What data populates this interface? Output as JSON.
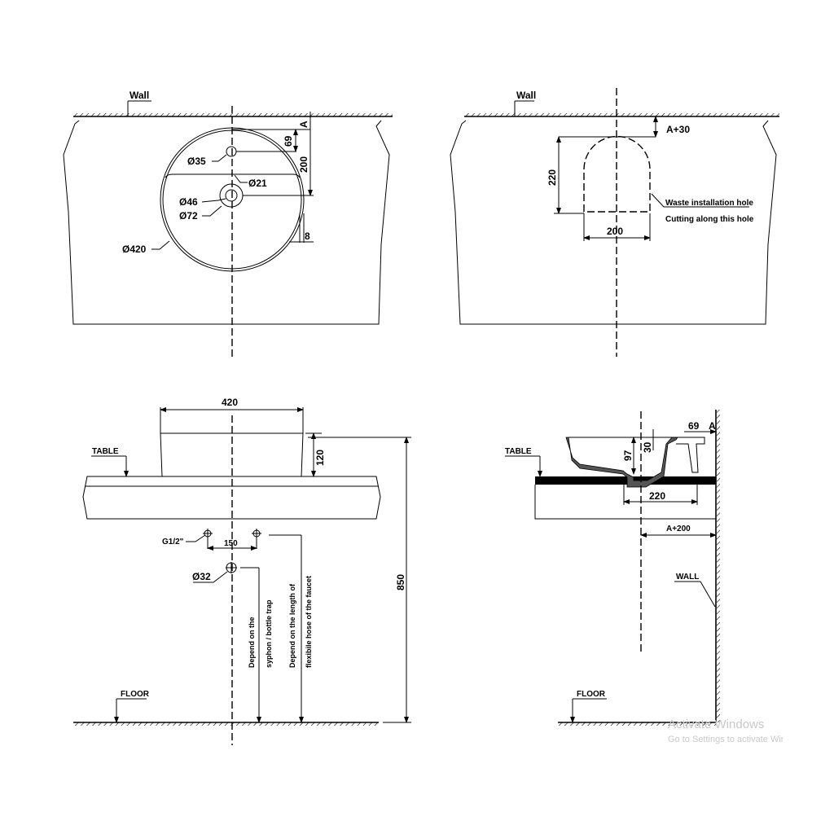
{
  "top_plan": {
    "wall_label": "Wall",
    "dim_a": "A",
    "dim_69": "69",
    "dim_200": "200",
    "hole_35": "Ø35",
    "hole_21": "Ø21",
    "hole_46": "Ø46",
    "hole_72": "Ø72",
    "dim_8": "8",
    "basin_420": "Ø420"
  },
  "top_cutout": {
    "wall_label": "Wall",
    "dim_a30": "A+30",
    "dim_220": "220",
    "dim_200": "200",
    "note_line1": "Waste installation hole",
    "note_line2": "Cutting along this hole"
  },
  "front_elevation": {
    "dim_420": "420",
    "dim_120": "120",
    "table_label": "TABLE",
    "g_half": "G1/2\"",
    "dim_150": "150",
    "drain_32": "Ø32",
    "note_syphon_1": "Depend on the",
    "note_syphon_2": "syphon / bottle trap",
    "note_hose_1": "Depend on the length of",
    "note_hose_2": "flexibile hose of the faucet",
    "dim_850": "850",
    "floor_label": "FLOOR"
  },
  "side_elevation": {
    "table_label": "TABLE",
    "dim_97": "97",
    "dim_30": "30",
    "dim_69": "69",
    "dim_a": "A",
    "dim_220": "220",
    "dim_a200": "A+200",
    "wall_label": "WALL",
    "floor_label": "FLOOR"
  },
  "watermark": {
    "line1": "Activate Windows",
    "line2": "Go to Settings to activate Windows."
  }
}
